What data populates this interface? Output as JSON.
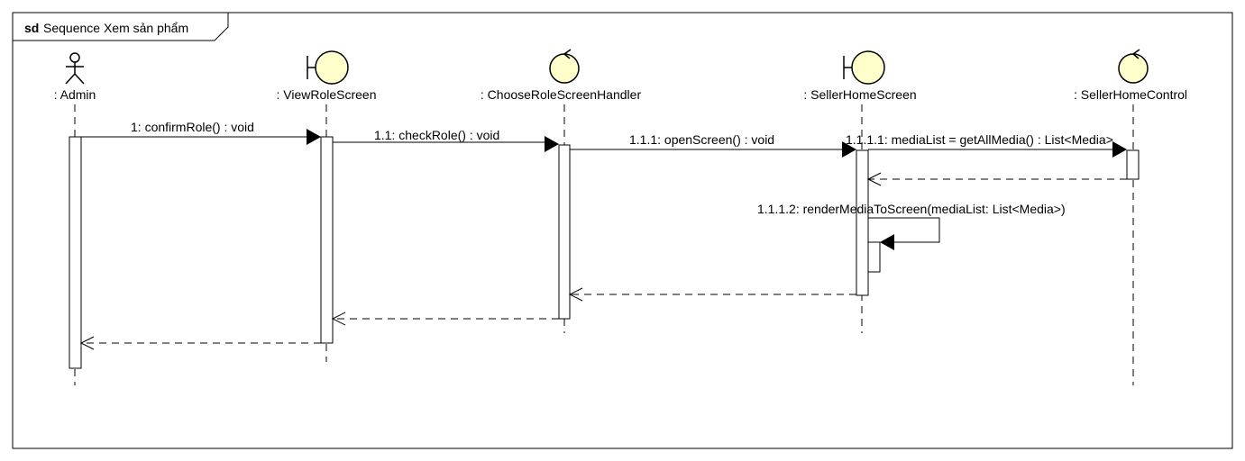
{
  "frame": {
    "keyword": "sd",
    "title": "Sequence Xem sản phẩm"
  },
  "lifelines": [
    {
      "id": "admin",
      "kind": "actor",
      "label": ": Admin"
    },
    {
      "id": "view_role_screen",
      "kind": "boundary",
      "label": ": ViewRoleScreen"
    },
    {
      "id": "choose_role_handler",
      "kind": "control",
      "label": ": ChooseRoleScreenHandler"
    },
    {
      "id": "seller_home_screen",
      "kind": "boundary",
      "label": ": SellerHomeScreen"
    },
    {
      "id": "seller_home_control",
      "kind": "control",
      "label": ": SellerHomeControl"
    }
  ],
  "messages": [
    {
      "id": "m1",
      "type": "sync",
      "label": "1: confirmRole() : void"
    },
    {
      "id": "m1_1",
      "type": "sync",
      "label": "1.1: checkRole() : void"
    },
    {
      "id": "m1_1_1",
      "type": "sync",
      "label": "1.1.1: openScreen() : void"
    },
    {
      "id": "m1_1_1_1",
      "type": "sync",
      "label": "1.1.1.1: mediaList = getAllMedia() : List<Media>"
    },
    {
      "id": "r1_1_1_1",
      "type": "return",
      "label": ""
    },
    {
      "id": "m1_1_1_2",
      "type": "self",
      "label": "1.1.1.2: renderMediaToScreen(mediaList: List<Media>)"
    },
    {
      "id": "r1_1_1",
      "type": "return",
      "label": ""
    },
    {
      "id": "r1_1",
      "type": "return",
      "label": ""
    },
    {
      "id": "r1",
      "type": "return",
      "label": ""
    }
  ],
  "colors": {
    "line": "#000000",
    "icon_fill": "#ffffcc",
    "activation_fill": "#ffffff",
    "frame_stroke": "#000000"
  }
}
